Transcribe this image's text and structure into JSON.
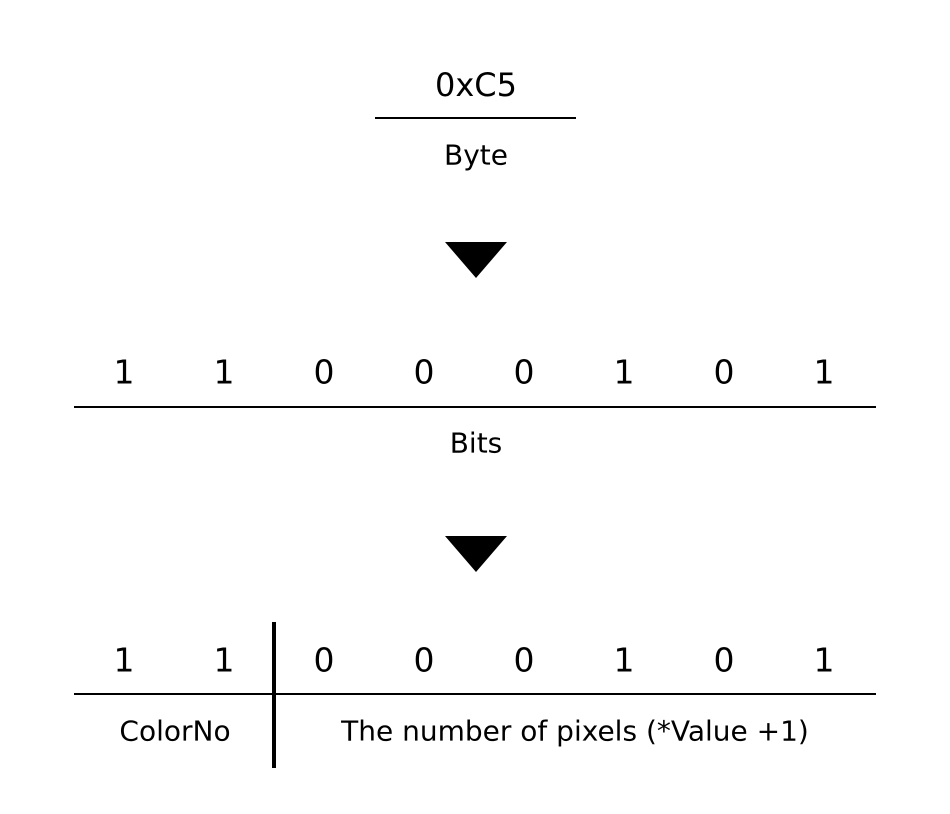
{
  "byte": {
    "value": "0xC5",
    "label": "Byte"
  },
  "bits": {
    "values": [
      "1",
      "1",
      "0",
      "0",
      "0",
      "1",
      "0",
      "1"
    ],
    "label": "Bits"
  },
  "split": {
    "values": [
      "1",
      "1",
      "0",
      "0",
      "0",
      "1",
      "0",
      "1"
    ],
    "color_label": "ColorNo",
    "count_label": "The number of pixels (*Value +1)"
  }
}
